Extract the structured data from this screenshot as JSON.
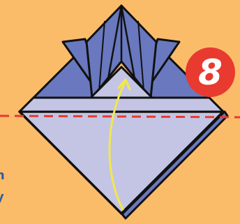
{
  "step": {
    "number": "8"
  },
  "side_text": {
    "line1": "n",
    "line2": "y"
  },
  "colors": {
    "background": "#fbbc6a",
    "paper_front": "#c4c5e4",
    "paper_back": "#6a78bf",
    "outline": "#111111",
    "fold_line": "#e83a2f",
    "arrow": "#f3e74d",
    "badge": "#e83a2f",
    "side_text": "#2d5f9e"
  },
  "icons": {
    "fold_line": "dashed-fold-line",
    "fold_arrow": "curved-fold-arrow"
  }
}
